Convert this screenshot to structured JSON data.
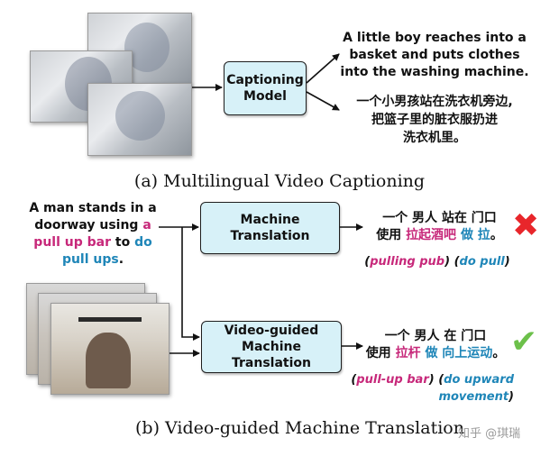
{
  "section_a": {
    "box_label_line1": "Captioning",
    "box_label_line2": "Model",
    "caption_en": [
      "A little boy reaches into a",
      "basket and puts clothes",
      "into the washing machine."
    ],
    "caption_zh": [
      "一个小男孩站在洗衣机旁边,",
      "把篮子里的脏衣服扔进",
      "洗衣机里。"
    ],
    "figure_caption": "(a) Multilingual Video Captioning"
  },
  "section_b": {
    "source_sentence": {
      "line1": "A man stands in a",
      "line2_plain": "doorway using ",
      "line2_mag": "a",
      "line3_mag": "pull up bar",
      "line3_plain": " to ",
      "line3_blu": "do",
      "line4_blu": "pull ups",
      "line4_plain": "."
    },
    "mt_box": "Machine Translation",
    "vmt_box_line1": "Video-guided",
    "vmt_box_line2": "Machine Translation",
    "mt_output": {
      "line1": "一个 男人 站在 门口",
      "line2_plain": "使用 ",
      "line2_mag": "拉起酒吧",
      "line2_sep": " ",
      "line2_blu": "做 拉",
      "line2_end": "。",
      "gloss_open": "(",
      "gloss_mag": "pulling pub",
      "gloss_mid": ") (",
      "gloss_blu": "do pull",
      "gloss_close": ")"
    },
    "vmt_output": {
      "line1": "一个 男人 在 门口",
      "line2_plain": "使用 ",
      "line2_mag": "拉杆",
      "line2_sep": " ",
      "line2_blu": "做 向上运动",
      "line2_end": "。",
      "gloss_open": "(",
      "gloss_mag": "pull-up bar",
      "gloss_mid": ") (",
      "gloss_blu": "do upward",
      "gloss_blu2": "movement",
      "gloss_close": ")"
    },
    "wrong_mark": "✖",
    "right_mark": "✔",
    "figure_caption": "(b) Video-guided Machine Translation"
  },
  "watermark": "知乎 @琪瑞",
  "colors": {
    "box_fill": "#d7f1f8",
    "magenta": "#c7287a",
    "blue": "#1f86b8",
    "cross": "#e8262b",
    "check": "#6cc04a"
  }
}
